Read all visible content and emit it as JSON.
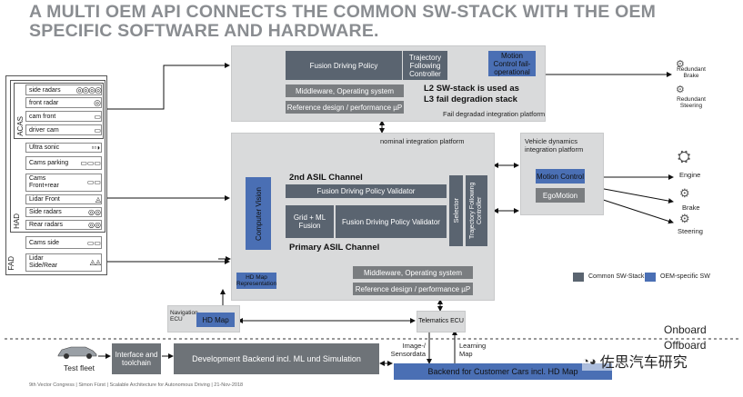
{
  "title": "A MULTI OEM API CONNECTS THE COMMON SW-STACK WITH THE OEM SPECIFIC SOFTWARE AND HARDWARE.",
  "fail_platform": {
    "fusion": "Fusion  Driving Policy",
    "traj": "Trajectory Following Controller",
    "motion": "Motion Control fail-operational",
    "middleware": "Middleware, Operating system",
    "reference": "Reference design / performance µP",
    "note1": "L2 SW-stack is used as",
    "note2": "L3 fail degradion stack",
    "label": "Fail degradad integration platform"
  },
  "nominal": {
    "label": "nominal integration platform",
    "ch2_title": "2nd ASIL Channel",
    "ch2_box": "Fusion   Driving Policy   Validator",
    "grid": "Grid + ML Fusion",
    "ch1_box": "Fusion  Driving Policy  Validator",
    "ch1_title": "Primary ASIL Channel",
    "cv": "Computer Vision",
    "selector": "Selector",
    "traj": "Trajectory Following Controller",
    "middleware": "Middleware, Operating system",
    "reference": "Reference design / performance µP"
  },
  "vehicle_dyn": {
    "label": "Vehicle dynamics integration platform",
    "motion": "Motion Control",
    "ego": "EgoMotion"
  },
  "hd_map_rep": "HD Map Representation",
  "actuators": {
    "red_brake": "Redundant Brake",
    "red_steer": "Redundant Steering",
    "engine": "Engine",
    "brake": "Brake",
    "steering": "Steering"
  },
  "sensors": {
    "acas_label": "ACAS",
    "had_label": "HAD",
    "fad_label": "FAD",
    "items": [
      "side radars",
      "front radar",
      "cam front",
      "driver cam",
      "Ultra sonic",
      "Cams parking",
      "Cams Front+rear",
      "Lidar Front",
      "Side radars",
      "Rear radars",
      "Cams side",
      "Lidar Side/Rear"
    ]
  },
  "bottom": {
    "nav_label": "Navigation ECU",
    "hd_map": "HD Map",
    "telematics": "Telematics ECU",
    "onboard": "Onboard",
    "offboard": "Offboard",
    "image_sensor": "Image-/ Sensordata",
    "learning_map": "Learning Map",
    "test_fleet": "Test fleet",
    "interface": "Interface and toolchain",
    "dev_backend": "Development Backend incl. ML und Simulation",
    "cust_backend": "Backend for Customer Cars incl. HD Map",
    "footer": "9th Vector Congress | Simon Fürst | Scalable Architecture for Autonomous Driving | 21-Nov-2018",
    "watermark": "佐思汽车研究"
  },
  "legend": {
    "common": "Common SW-Stack",
    "oem": "OEM-specific SW",
    "common_color": "#5a6470",
    "oem_color": "#4a6fb4"
  }
}
